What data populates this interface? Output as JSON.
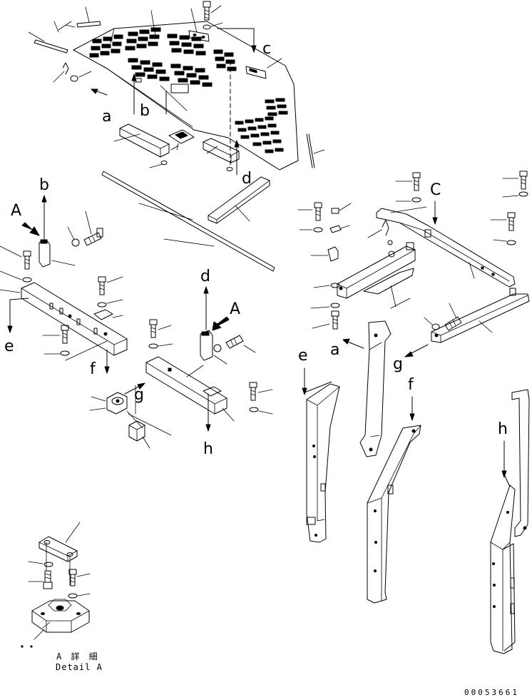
{
  "diagram": {
    "view_labels": {
      "a_top": "a",
      "b_top": "b",
      "c_top": "c",
      "d_top": "d",
      "b_left": "b",
      "e_left": "e",
      "f_left": "f",
      "g_left": "g",
      "h_left": "h",
      "A_left": "A",
      "d_mid": "d",
      "A_mid": "A",
      "c_right": "C",
      "a_right": "a",
      "g_right": "g",
      "e_right": "e",
      "f_right": "f",
      "h_right": "h"
    },
    "detail_caption_jp": "A 詳 細",
    "detail_caption_en": "Detail A",
    "drawing_number": "00053661"
  }
}
